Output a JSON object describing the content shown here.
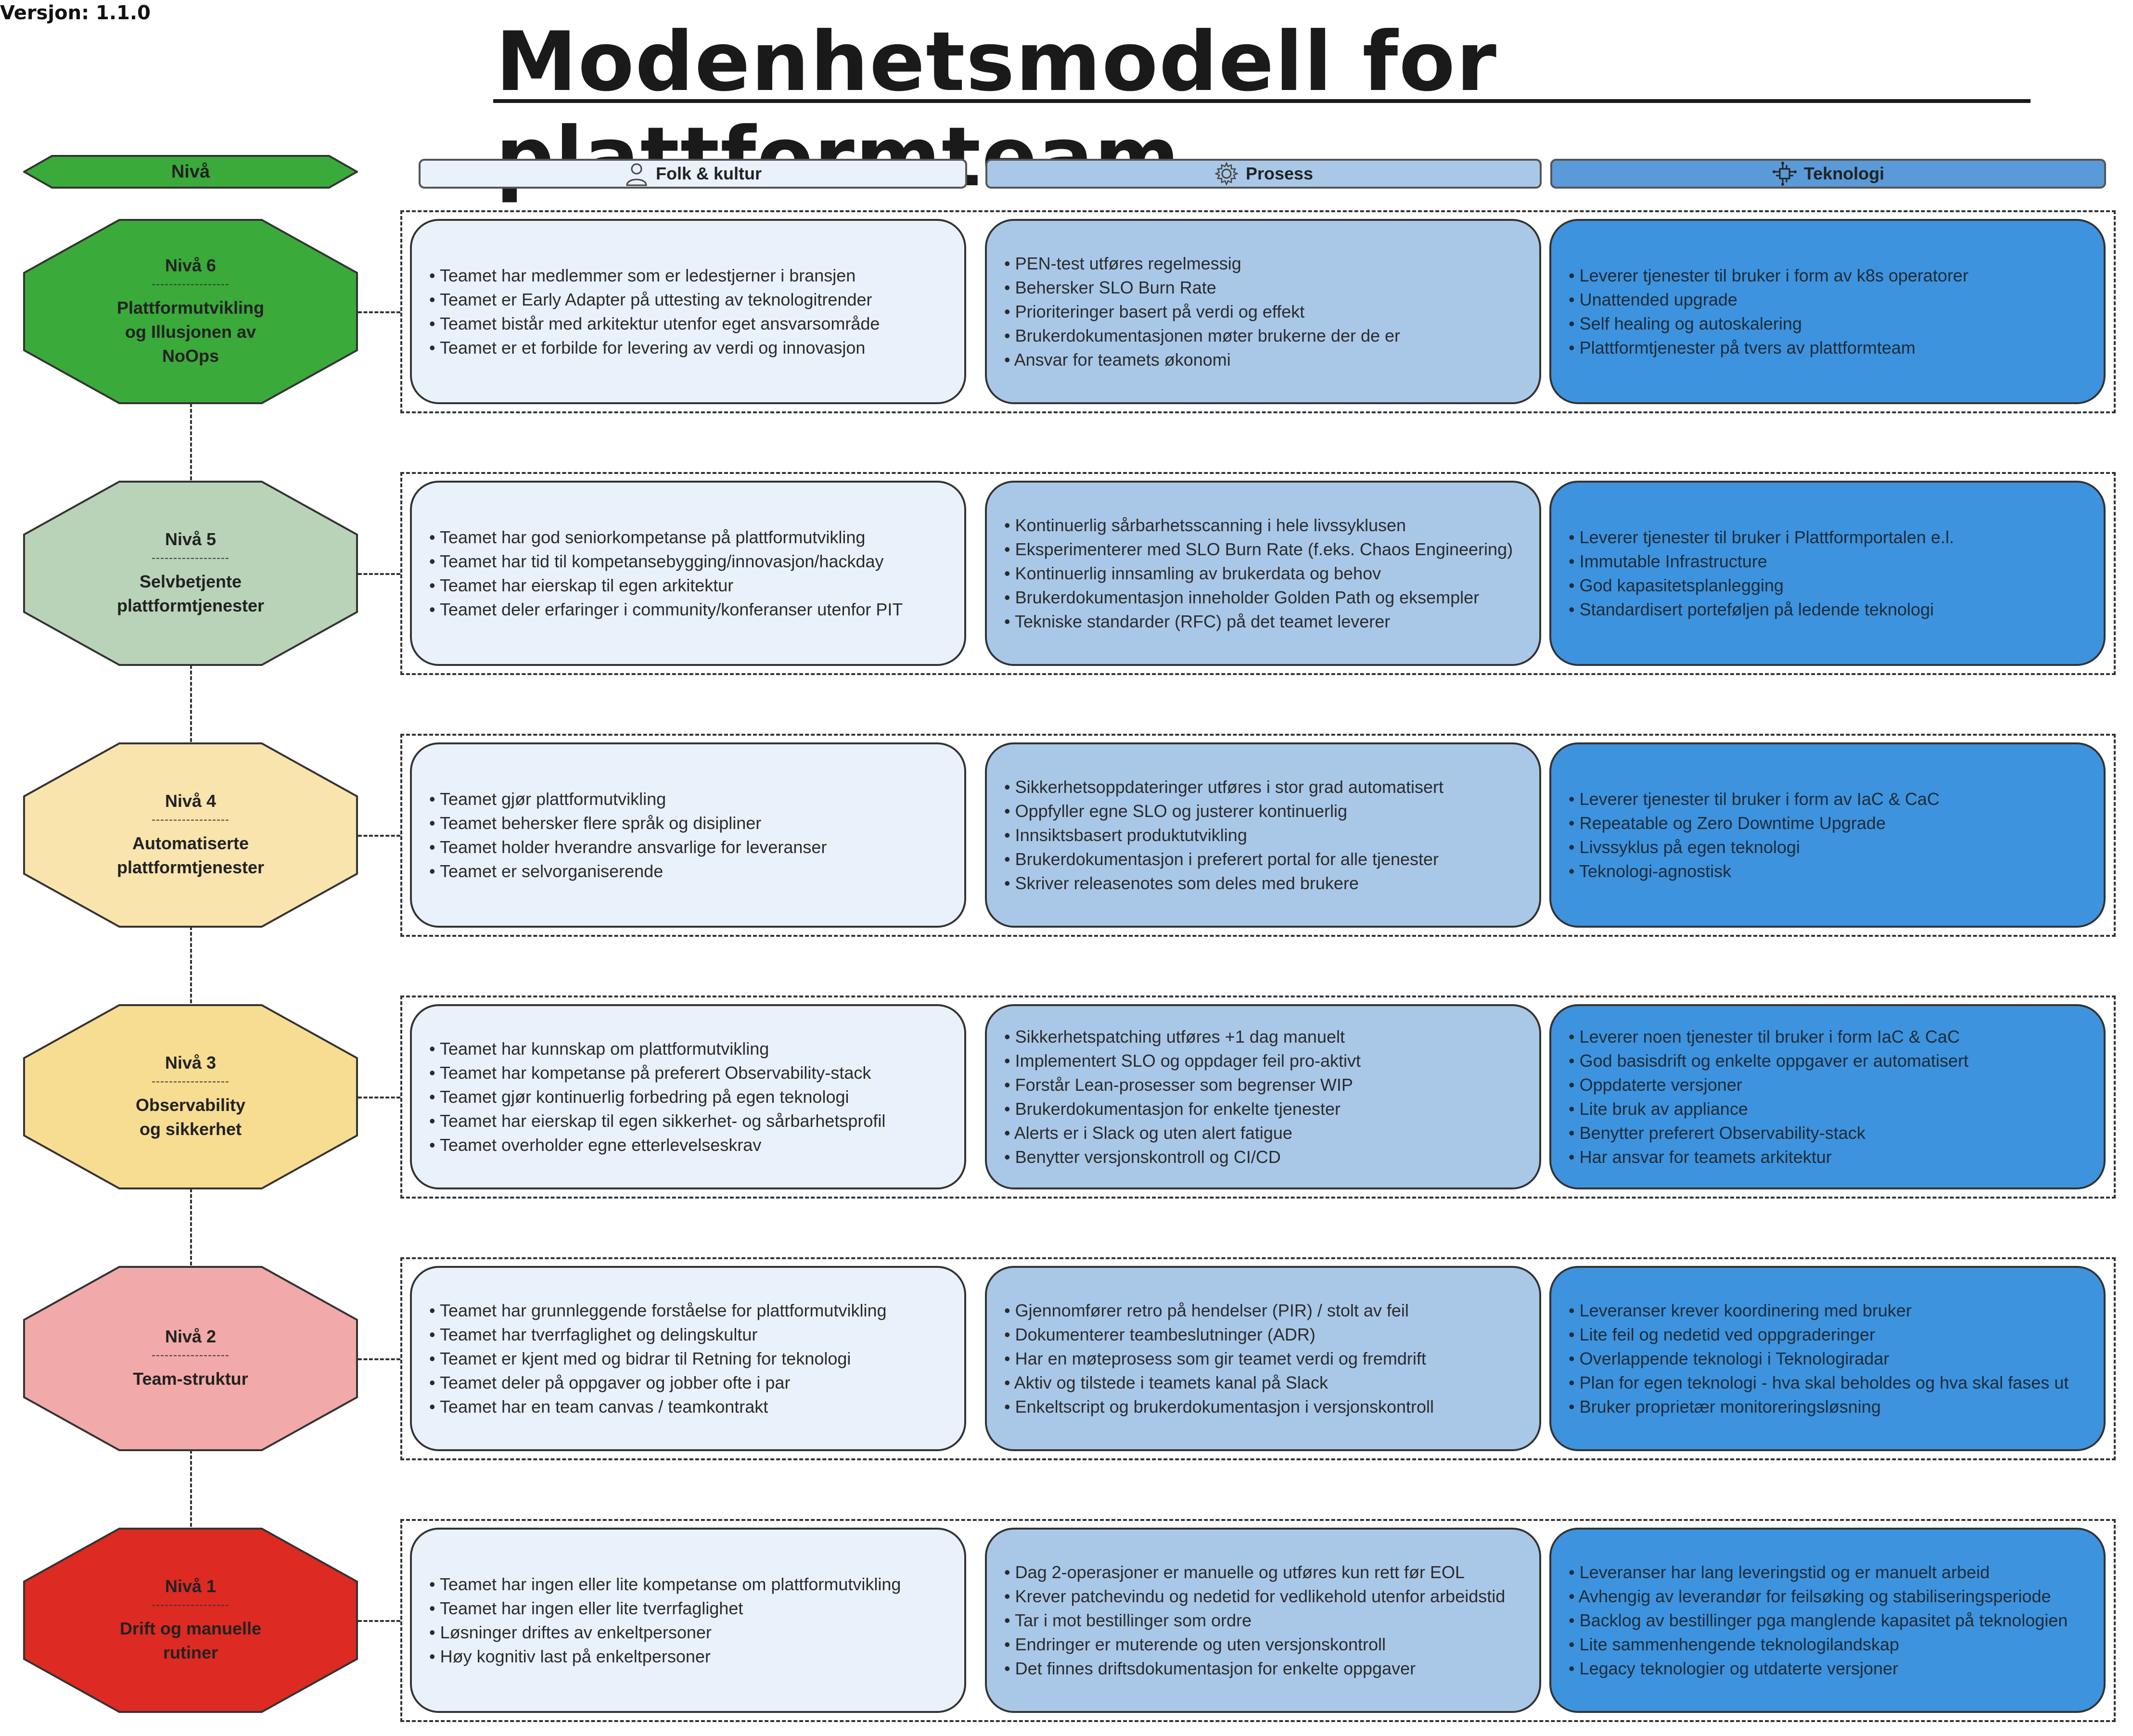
{
  "version": "Versjon: 1.1.0",
  "title": "Modenhetsmodell for plattformteam",
  "headers": {
    "niva": "Nivå",
    "folk": "Folk & kultur",
    "prosess": "Prosess",
    "teknologi": "Teknologi"
  },
  "icons": {
    "folk": "person-icon",
    "prosess": "gear-icon",
    "teknologi": "circuit-chip-icon"
  },
  "colors": {
    "niva6": "#3aaa3a",
    "niva5": "#b9d3b9",
    "niva4": "#f9e4ad",
    "niva3": "#f7dd91",
    "niva2": "#f2a9a9",
    "niva1": "#dd2a22",
    "folk": "#e9f1fb",
    "prosess": "#a9c8e8",
    "teknologi": "#3d93dd"
  },
  "levels": [
    {
      "level": "Nivå 6",
      "separator": "------------------",
      "name_lines": [
        "Plattformutvikling",
        "og Illusjonen av",
        "NoOps"
      ],
      "folk": [
        "Teamet har medlemmer som er ledestjerner i bransjen",
        "Teamet er Early Adapter på uttesting av teknologitrender",
        "Teamet bistår med arkitektur utenfor eget ansvarsområde",
        "Teamet er et forbilde for levering av verdi og innovasjon"
      ],
      "prosess": [
        "PEN-test utføres regelmessig",
        "Behersker SLO Burn Rate",
        "Prioriteringer basert på verdi og effekt",
        "Brukerdokumentasjonen møter brukerne der de er",
        "Ansvar for teamets økonomi"
      ],
      "teknologi": [
        "Leverer tjenester til bruker i form av k8s operatorer",
        "Unattended upgrade",
        "Self healing og autoskalering",
        "Plattformtjenester på tvers av plattformteam"
      ]
    },
    {
      "level": "Nivå 5",
      "separator": "------------------",
      "name_lines": [
        "Selvbetjente",
        "plattformtjenester"
      ],
      "folk": [
        "Teamet har god seniorkompetanse på plattformutvikling",
        "Teamet har tid til kompetansebygging/innovasjon/hackday",
        "Teamet har eierskap til egen arkitektur",
        "Teamet deler erfaringer i community/konferanser utenfor PIT"
      ],
      "prosess": [
        "Kontinuerlig sårbarhetsscanning i hele livssyklusen",
        "Eksperimenterer med SLO Burn Rate (f.eks. Chaos Engineering)",
        "Kontinuerlig innsamling av brukerdata og behov",
        "Brukerdokumentasjon inneholder Golden Path og eksempler",
        "Tekniske standarder (RFC) på det teamet leverer"
      ],
      "teknologi": [
        "Leverer tjenester til bruker i Plattformportalen e.l.",
        "Immutable Infrastructure",
        "God kapasitetsplanlegging",
        "Standardisert porteføljen på ledende teknologi"
      ]
    },
    {
      "level": "Nivå 4",
      "separator": "------------------",
      "name_lines": [
        "Automatiserte",
        "plattformtjenester"
      ],
      "folk": [
        "Teamet gjør plattformutvikling",
        "Teamet behersker flere språk og disipliner",
        "Teamet holder hverandre ansvarlige for leveranser",
        "Teamet er selvorganiserende"
      ],
      "prosess": [
        "Sikkerhetsoppdateringer utføres i stor grad automatisert",
        "Oppfyller egne SLO og justerer kontinuerlig",
        "Innsiktsbasert produktutvikling",
        "Brukerdokumentasjon i preferert portal for alle tjenester",
        "Skriver releasenotes som deles med brukere"
      ],
      "teknologi": [
        "Leverer tjenester til bruker i form av IaC & CaC",
        "Repeatable og Zero Downtime Upgrade",
        "Livssyklus på egen teknologi",
        "Teknologi-agnostisk"
      ]
    },
    {
      "level": "Nivå 3",
      "separator": "------------------",
      "name_lines": [
        "Observability",
        "og sikkerhet"
      ],
      "folk": [
        "Teamet har kunnskap om plattformutvikling",
        "Teamet har kompetanse på preferert Observability-stack",
        "Teamet gjør kontinuerlig forbedring på egen teknologi",
        "Teamet har eierskap til egen sikkerhet- og sårbarhetsprofil",
        "Teamet overholder egne etterlevelseskrav"
      ],
      "prosess": [
        "Sikkerhetspatching utføres +1 dag manuelt",
        "Implementert SLO og oppdager feil pro-aktivt",
        "Forstår Lean-prosesser som begrenser WIP",
        "Brukerdokumentasjon for enkelte tjenester",
        "Alerts er i Slack og uten alert fatigue",
        "Benytter versjonskontroll og CI/CD"
      ],
      "teknologi": [
        "Leverer noen tjenester til bruker i form IaC & CaC",
        "God basisdrift og enkelte oppgaver er automatisert",
        "Oppdaterte versjoner",
        "Lite bruk av appliance",
        "Benytter preferert Observability-stack",
        "Har ansvar for teamets arkitektur"
      ]
    },
    {
      "level": "Nivå 2",
      "separator": "------------------",
      "name_lines": [
        "Team-struktur"
      ],
      "folk": [
        "Teamet har grunnleggende forståelse for plattformutvikling",
        "Teamet har tverrfaglighet og delingskultur",
        "Teamet er kjent med og bidrar til Retning for teknologi",
        "Teamet deler på oppgaver og jobber ofte i par",
        "Teamet har en team canvas / teamkontrakt"
      ],
      "prosess": [
        "Gjennomfører retro på hendelser (PIR) / stolt av feil",
        "Dokumenterer teambeslutninger (ADR)",
        "Har en møteprosess som gir teamet verdi og fremdrift",
        "Aktiv og tilstede i teamets kanal på Slack",
        "Enkeltscript og brukerdokumentasjon i versjonskontroll"
      ],
      "teknologi": [
        "Leveranser krever koordinering med bruker",
        "Lite feil og nedetid ved oppgraderinger",
        "Overlappende teknologi i Teknologiradar",
        "Plan for egen teknologi - hva skal beholdes og hva skal fases ut",
        "Bruker proprietær monitoreringsløsning"
      ]
    },
    {
      "level": "Nivå 1",
      "separator": "------------------",
      "name_lines": [
        "Drift og manuelle",
        "rutiner"
      ],
      "folk": [
        "Teamet har ingen eller lite kompetanse om plattformutvikling",
        "Teamet har ingen eller lite tverrfaglighet",
        "Løsninger driftes av enkeltpersoner",
        "Høy kognitiv last på enkeltpersoner"
      ],
      "prosess": [
        "Dag 2-operasjoner er manuelle og utføres kun rett før EOL",
        "Krever patchevindu og nedetid for vedlikehold utenfor arbeidstid",
        "Tar i mot bestillinger som ordre",
        "Endringer er muterende og uten versjonskontroll",
        "Det finnes driftsdokumentasjon for enkelte oppgaver"
      ],
      "teknologi": [
        "Leveranser har lang leveringstid og er manuelt arbeid",
        "Avhengig av leverandør for feilsøking og stabiliseringsperiode",
        "Backlog av bestillinger pga manglende kapasitet på teknologien",
        "Lite sammenhengende teknologilandskap",
        "Legacy teknologier og utdaterte versjoner"
      ]
    }
  ]
}
